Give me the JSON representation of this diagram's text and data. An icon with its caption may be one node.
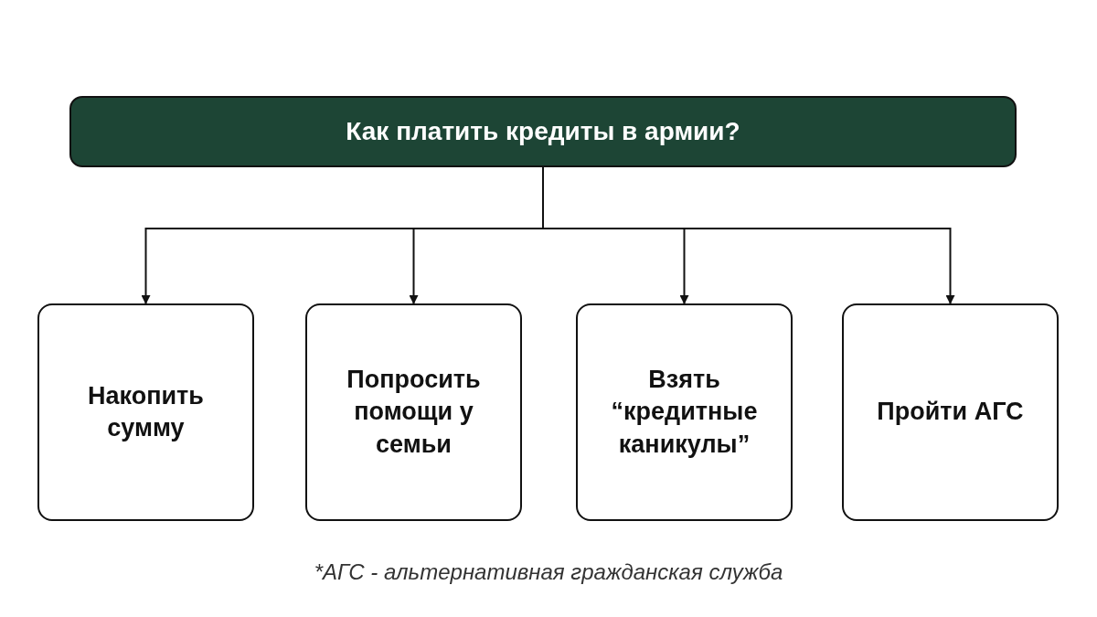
{
  "diagram": {
    "nodes": [
      {
        "text": [
          "Как платить кредиты в армии?"
        ]
      },
      {
        "text": [
          "Накопить сумму"
        ]
      },
      {
        "text": [
          "Попросить помощи у семьи"
        ]
      },
      {
        "text": [
          "Взять “кредитные каникулы”"
        ]
      },
      {
        "text": [
          "Пройти АГС"
        ]
      }
    ],
    "edges": [
      {
        "from": 0,
        "to": 1,
        "arrow": "to"
      },
      {
        "from": 0,
        "to": 2,
        "arrow": "to"
      },
      {
        "from": 0,
        "to": 3,
        "arrow": "to"
      },
      {
        "from": 0,
        "to": 4,
        "arrow": "to"
      }
    ],
    "labels": [
      "*АГС - альтернативная гражданская служба"
    ]
  }
}
